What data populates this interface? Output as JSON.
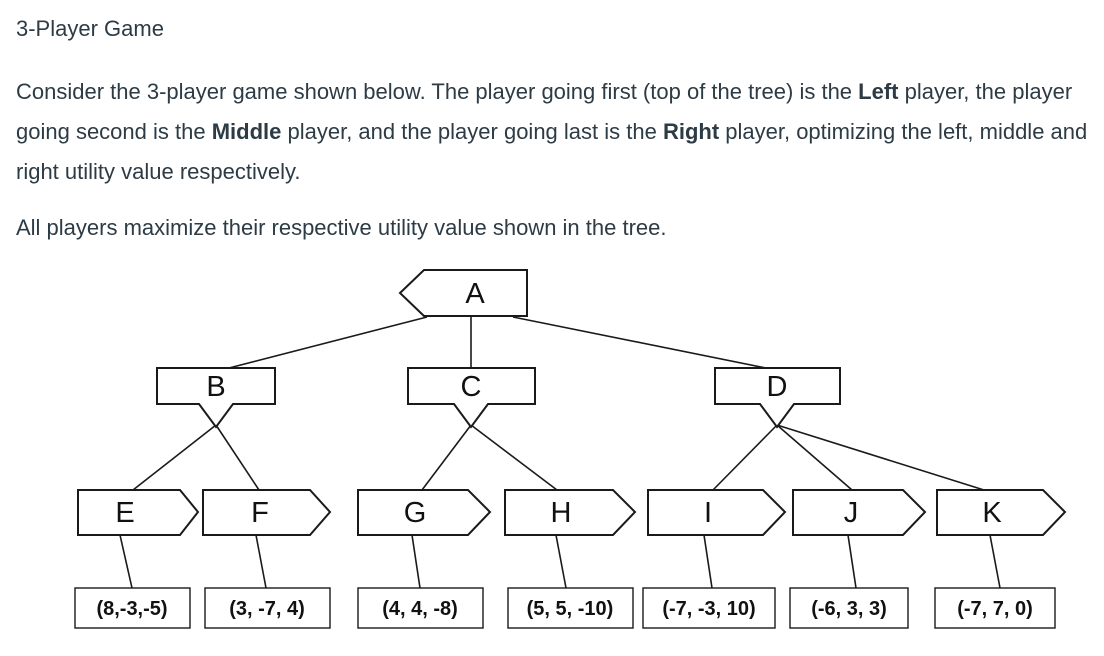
{
  "title": "3-Player Game",
  "intro": {
    "t1": "Consider the 3-player game shown below. The player going first (top of the tree) is the ",
    "b1": "Left",
    "t2": " player, the player going second is the ",
    "b2": "Middle",
    "t3": " player, and the player going last is the ",
    "b3": "Right",
    "t4": " player, optimizing the left, middle and right utility value respectively."
  },
  "note": "All players maximize their respective utility value shown in the tree.",
  "tree": {
    "nodes": [
      {
        "label": "A"
      },
      {
        "label": "B"
      },
      {
        "label": "C"
      },
      {
        "label": "D"
      },
      {
        "label": "E"
      },
      {
        "label": "F"
      },
      {
        "label": "G"
      },
      {
        "label": "H"
      },
      {
        "label": "I"
      },
      {
        "label": "J"
      },
      {
        "label": "K"
      }
    ],
    "edges": [
      [
        "A",
        "B"
      ],
      [
        "A",
        "C"
      ],
      [
        "A",
        "D"
      ],
      [
        "B",
        "E"
      ],
      [
        "B",
        "F"
      ],
      [
        "C",
        "G"
      ],
      [
        "C",
        "H"
      ],
      [
        "D",
        "I"
      ],
      [
        "D",
        "J"
      ],
      [
        "D",
        "K"
      ]
    ],
    "leaf_values": [
      {
        "node": "E",
        "value": "(8,-3,-5)"
      },
      {
        "node": "F",
        "value": "(3, -7, 4)"
      },
      {
        "node": "G",
        "value": "(4, 4, -8)"
      },
      {
        "node": "H",
        "value": "(5, 5, -10)"
      },
      {
        "node": "I",
        "value": "(-7, -3, 10)"
      },
      {
        "node": "J",
        "value": "(-6, 3, 3)"
      },
      {
        "node": "K",
        "value": "(-7, 7, 0)"
      }
    ]
  }
}
